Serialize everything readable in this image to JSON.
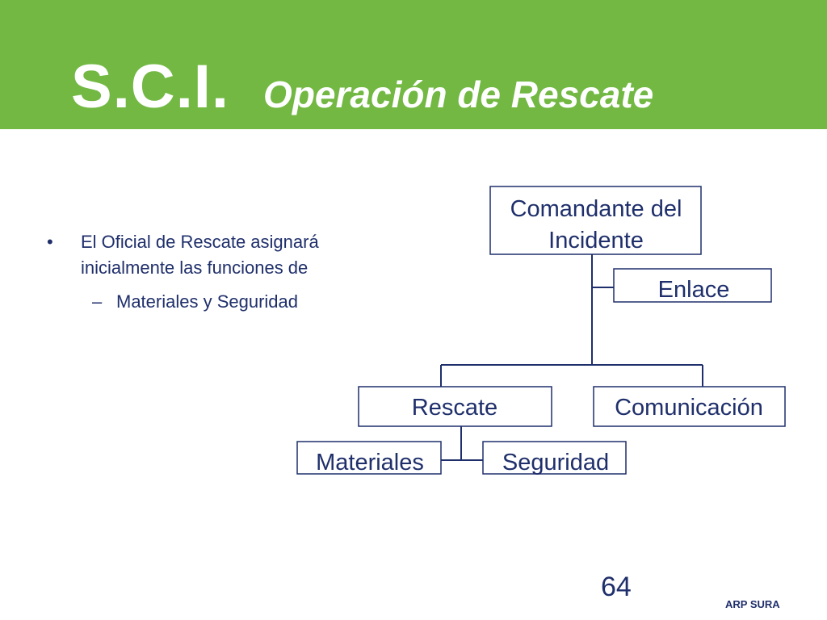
{
  "title": {
    "main": "S.C.I.",
    "sub": "Operación de Rescate"
  },
  "bullets": {
    "level1": "El Oficial de Rescate asignará inicialmente las funciones de",
    "level2": "Materiales y Seguridad"
  },
  "org_chart": {
    "commander": [
      "Comandante del",
      "Incidente"
    ],
    "liaison": "Enlace",
    "rescue": "Rescate",
    "communication": "Comunicación",
    "materials": "Materiales",
    "safety": "Seguridad"
  },
  "page_number": "64",
  "footer": "ARP SURA",
  "colors": {
    "header_green": "#72b843",
    "text_navy": "#1f2f6b",
    "box_border": "#1f2f6b"
  }
}
